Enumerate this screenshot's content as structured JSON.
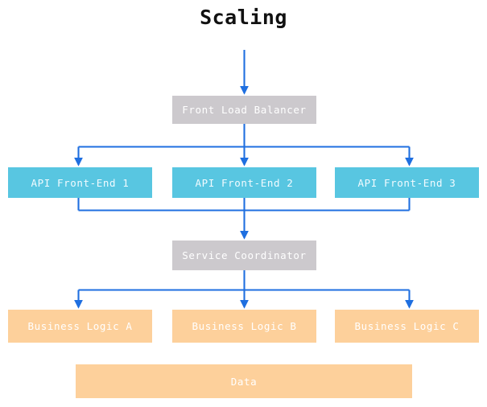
{
  "diagram": {
    "title": "Scaling",
    "colors": {
      "gray_node": "#ccc9cd",
      "cyan_node": "#58c6e1",
      "orange_node": "#fdd09b",
      "connector": "#1f6fe0",
      "background": "#ffffff"
    },
    "nodes": {
      "front_load_balancer": "Front Load Balancer",
      "api_front_end_1": "API Front-End 1",
      "api_front_end_2": "API Front-End 2",
      "api_front_end_3": "API Front-End 3",
      "service_coordinator": "Service Coordinator",
      "business_logic_a": "Business Logic A",
      "business_logic_b": "Business Logic B",
      "business_logic_c": "Business Logic C",
      "data": "Data"
    }
  }
}
